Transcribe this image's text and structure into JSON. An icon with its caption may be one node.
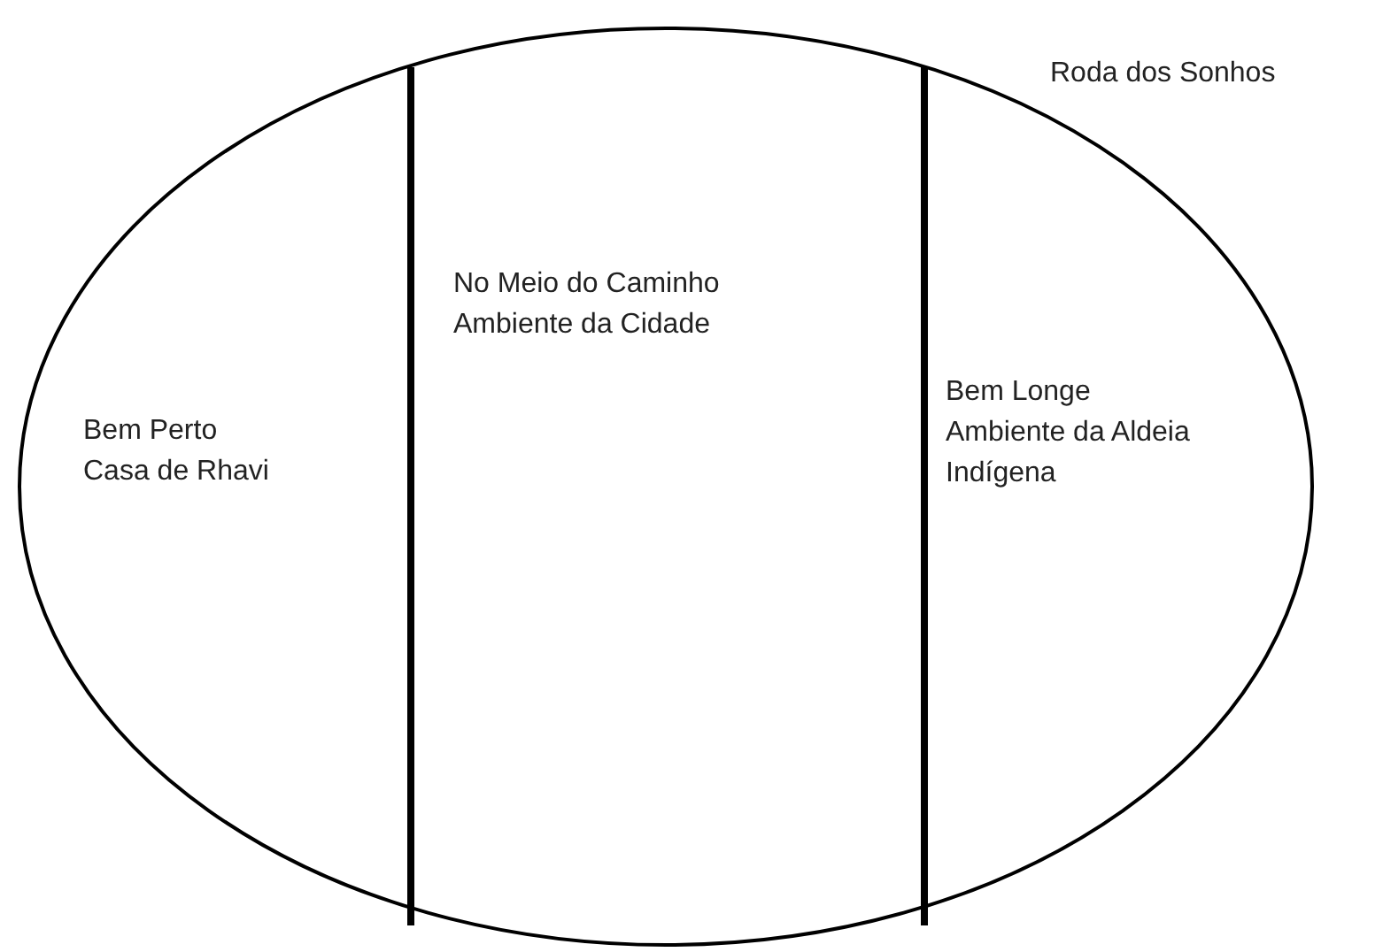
{
  "diagram": {
    "nodes": [
      {
        "text": [
          "Roda dos Sonhos"
        ]
      },
      {
        "text": [
          "Bem Perto",
          "Casa de Rhavi"
        ],
        "in": 0
      },
      {
        "text": [
          "No Meio do Caminho",
          "Ambiente da Cidade"
        ],
        "in": 0
      },
      {
        "text": [
          "Bem Longe",
          "Ambiente da Aldeia Indígena"
        ],
        "in": 0
      }
    ]
  }
}
